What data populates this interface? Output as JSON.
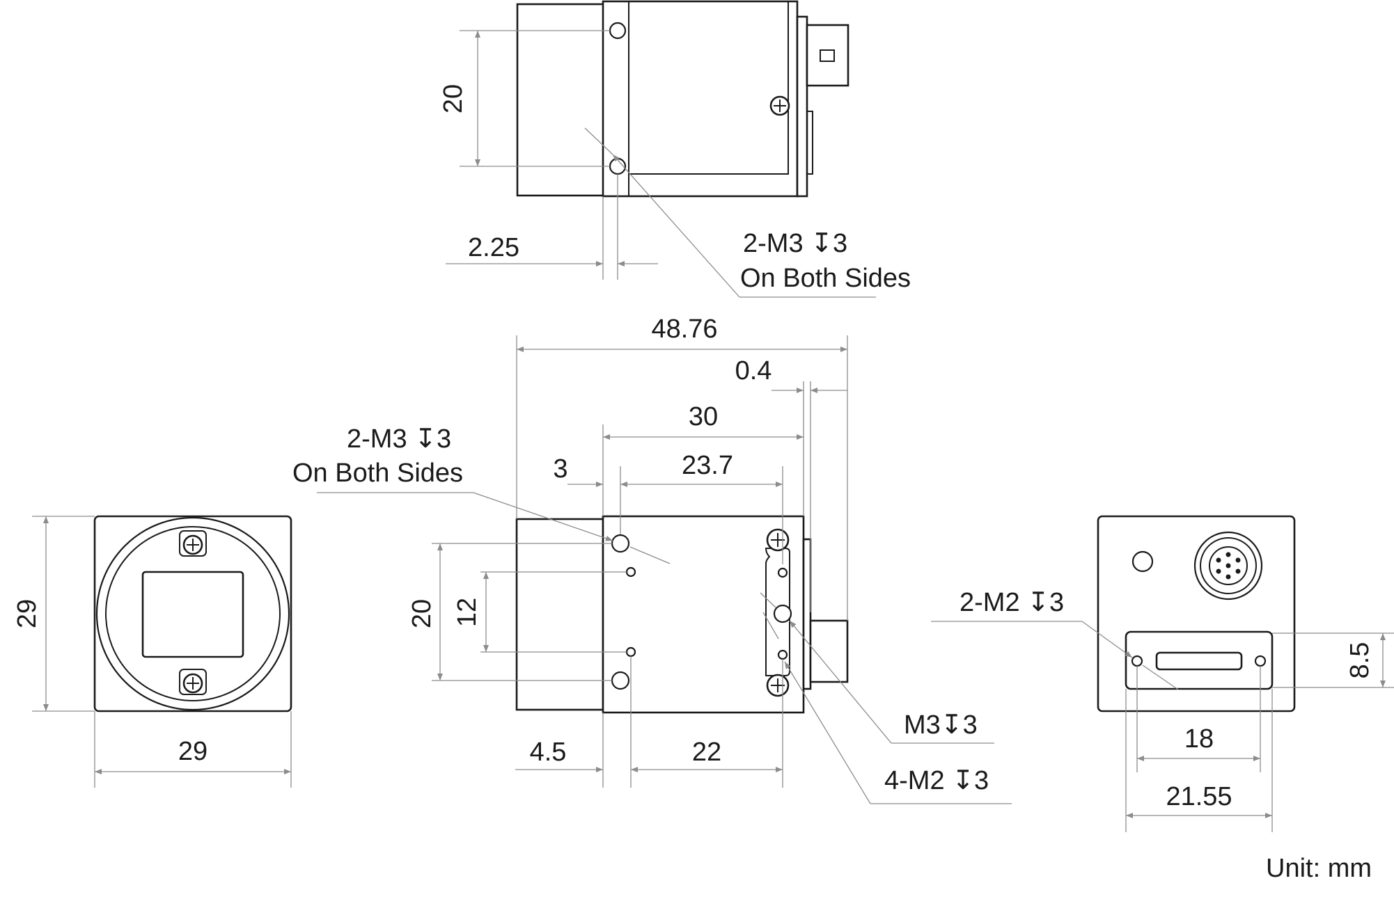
{
  "drawing": {
    "unit_label": "Unit: mm",
    "top_view": {
      "dim_height": "20",
      "dim_offset": "2.25",
      "callout_line1": "2-M3 ↧3",
      "callout_line2": "On Both Sides"
    },
    "front_view": {
      "dim_width": "29",
      "dim_height": "29"
    },
    "side_view": {
      "dim_total": "48.76",
      "dim_gap": "0.4",
      "dim_body": "30",
      "dim_lens": "3",
      "dim_holes": "23.7",
      "dim_hole_pitch": "20",
      "dim_small_pitch": "12",
      "dim_front_offset": "4.5",
      "dim_bottom": "22",
      "callout_sides_line1": "2-M3 ↧3",
      "callout_sides_line2": "On Both Sides",
      "callout_m3": "M3↧3",
      "callout_m2": "4-M2 ↧3"
    },
    "rear_view": {
      "callout_m2": "2-M2 ↧3",
      "dim_height": "8.5",
      "dim_inner": "18",
      "dim_outer": "21.55"
    }
  }
}
